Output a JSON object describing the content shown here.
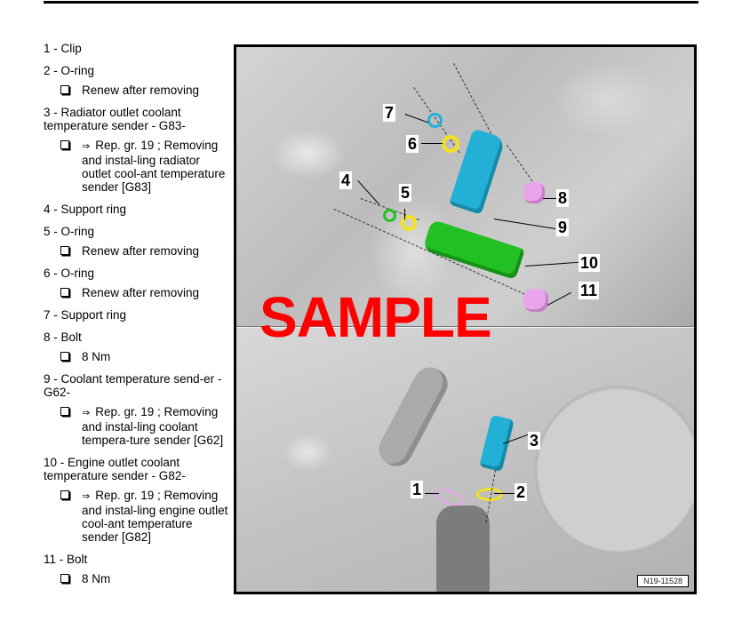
{
  "legend": {
    "items": [
      {
        "title": "1 - Clip"
      },
      {
        "title": "2 - O-ring",
        "note": "Renew after removing"
      },
      {
        "title": "3 - Radiator outlet coolant temperature sender - G83-",
        "ref_arrow": "⇒",
        "note": "Rep. gr. 19 ; Removing and instal-ling radiator outlet cool-ant temperature sender [G83]"
      },
      {
        "title": "4 - Support ring"
      },
      {
        "title": "5 - O-ring",
        "note": "Renew after removing"
      },
      {
        "title": "6 - O-ring",
        "note": "Renew after removing"
      },
      {
        "title": "7 - Support ring"
      },
      {
        "title": "8 - Bolt",
        "note": "8 Nm"
      },
      {
        "title": "9 - Coolant temperature send-er - G62-",
        "ref_arrow": "⇒",
        "note": "Rep. gr. 19 ; Removing and instal-ling coolant tempera-ture sender [G62]"
      },
      {
        "title": "10 - Engine outlet coolant temperature sender - G82-",
        "ref_arrow": "⇒",
        "note": "Rep. gr. 19 ; Removing and instal-ling engine outlet cool-ant temperature sender [G82]"
      },
      {
        "title": "11 - Bolt",
        "note": "8 Nm"
      }
    ]
  },
  "figure": {
    "label": "N19-11528",
    "watermark": "SAMPLE",
    "callouts_top": [
      "7",
      "6",
      "4",
      "5",
      "8",
      "9",
      "10",
      "11"
    ],
    "callouts_bottom": [
      "3",
      "1",
      "2"
    ],
    "colors": {
      "cyan_part": "#22b0d6",
      "green_part": "#22c022",
      "pink_part": "#e9a5ea",
      "yellow_ring": "#f2e21c",
      "watermark": "#ff0000"
    }
  }
}
